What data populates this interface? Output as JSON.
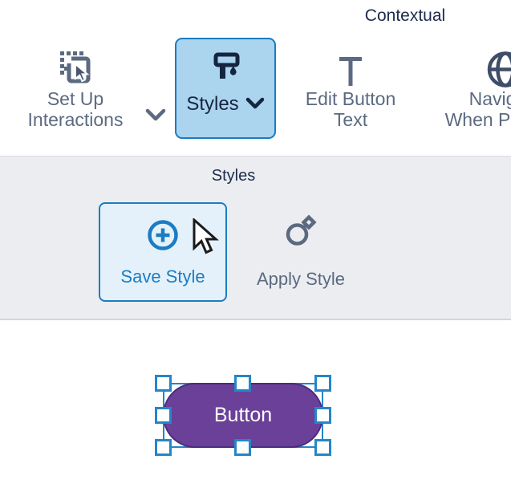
{
  "colors": {
    "accent_blue": "#1b7cc2",
    "selected_item_bg": "#abd4ef",
    "hovered_item_bg": "#e4f1fb",
    "panel_bg": "#ebedf0",
    "dark_navy_text": "#1c2b4b",
    "slate_text": "#5b6a80",
    "selection_blue": "#2486c8",
    "widget_fill": "#6a4099",
    "widget_border": "#4b2b7e",
    "widget_text_color": "#ffffff"
  },
  "ribbon": {
    "group_label": "Contextual",
    "items": [
      {
        "id": "set-up-interactions",
        "line1": "Set Up",
        "line2": "Interactions",
        "icon": "select-cursor-icon",
        "has_dropdown": true,
        "selected": false
      },
      {
        "id": "styles",
        "label": "Styles",
        "icon": "paint-roller-icon",
        "has_dropdown": true,
        "selected": true
      },
      {
        "id": "edit-button-text",
        "line1": "Edit Button",
        "line2": "Text",
        "icon": "text-icon",
        "has_dropdown": false,
        "selected": false
      },
      {
        "id": "navigate-when-pressed",
        "line1": "Navigate",
        "line2": "When Pressed",
        "icon": "globe-icon",
        "has_dropdown": false,
        "selected": false,
        "clipped_at_right_edge": true
      }
    ]
  },
  "styles_panel": {
    "title": "Styles",
    "items": [
      {
        "id": "save-style",
        "label": "Save Style",
        "icon": "circle-plus-icon",
        "state": "hovered"
      },
      {
        "id": "apply-style",
        "label": "Apply Style",
        "icon": "brush-icon",
        "state": "normal"
      }
    ],
    "pointer_cursor_over": "save-style"
  },
  "canvas": {
    "widget": {
      "type": "button",
      "label": "Button",
      "selected": true,
      "handle_count": 8
    }
  }
}
